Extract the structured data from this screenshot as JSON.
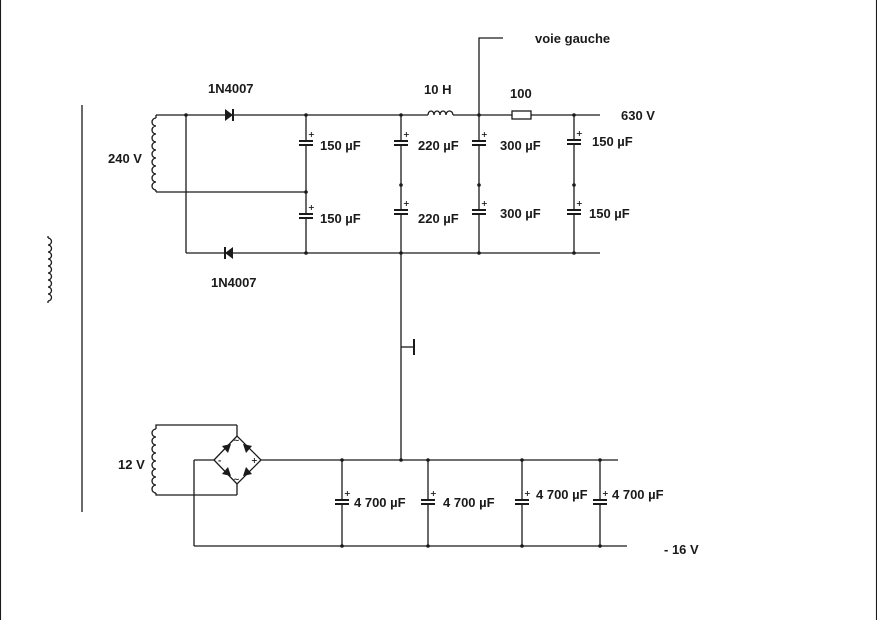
{
  "labels": {
    "primary_voltage": "240 V",
    "aux_voltage": "12 V",
    "diode_top": "1N4007",
    "diode_bottom": "1N4007",
    "choke": "10 H",
    "resistor": "100",
    "hv_output": "630 V",
    "tap_output": "voie gauche",
    "neg_output": "- 16 V",
    "c1_top": "150 µF",
    "c1_bottom": "150 µF",
    "c2_top": "220 µF",
    "c2_bottom": "220 µF",
    "c3_top": "300 µF",
    "c3_bottom": "300 µF",
    "c4_top": "150 µF",
    "c4_bottom": "150 µF",
    "c5": "4 700 µF",
    "c6": "4 700 µF",
    "c7": "4 700 µF",
    "c8": "4 700 µF"
  },
  "colors": {
    "ink": "#1a1a1a",
    "background": "#ffffff"
  }
}
